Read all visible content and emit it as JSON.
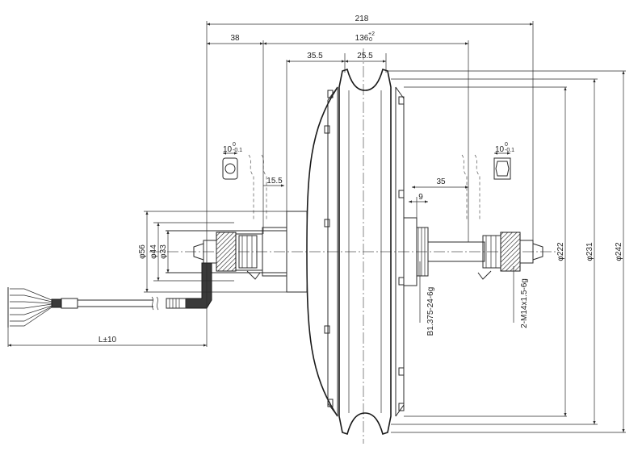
{
  "dimensions": {
    "overall_width": "218",
    "left_offset": "38",
    "axle_span": "136",
    "axle_span_tol_upper": "+2",
    "axle_span_tol_lower": "0",
    "flange_offset": "35.5",
    "rim_width": "25.5",
    "slot_left": "10",
    "slot_left_tol_upper": "0",
    "slot_left_tol_lower": "-0.1",
    "slot_right": "10",
    "slot_right_tol_upper": "0",
    "slot_right_tol_lower": "-0.1",
    "step_left": "15.5",
    "freewheel_offset": "35",
    "thread_width": "9",
    "dia_56": "φ56",
    "dia_44": "φ44",
    "dia_33": "φ33",
    "dia_222": "φ222",
    "dia_231": "φ231",
    "dia_242": "φ242",
    "thread_freewheel": "B1.375-24-6g",
    "thread_axle": "2-M14x1.5-6g",
    "cable_length": "L±10"
  },
  "colors": {
    "line": "#2a2a2a",
    "text": "#222222",
    "background": "#ffffff"
  }
}
